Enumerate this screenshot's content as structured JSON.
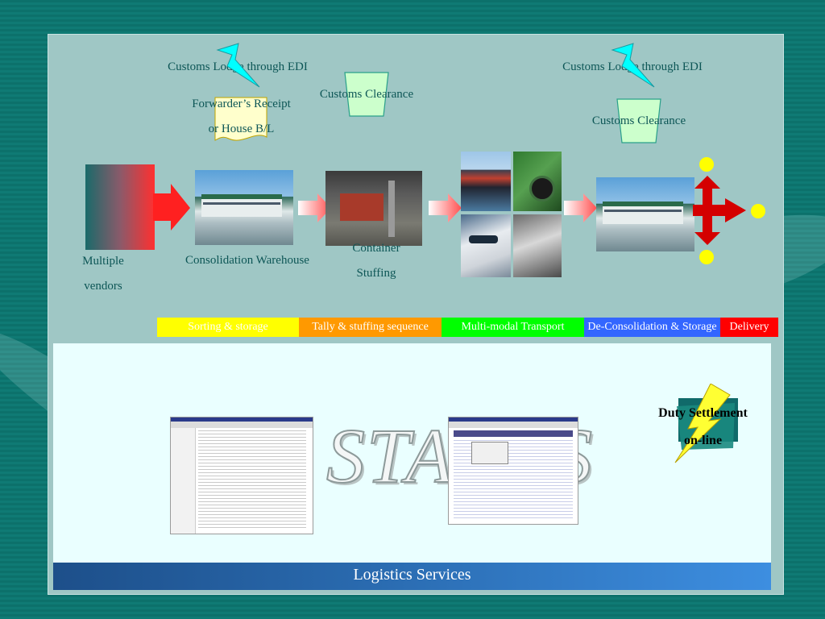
{
  "labels": {
    "customs_lodge_left": "Customs Lodge through EDI",
    "customs_lodge_right": "Customs Lodge through EDI",
    "customs_clearance_left": "Customs Clearance",
    "customs_clearance_right": "Customs Clearance",
    "forwarder_line1": "Forwarder’s Receipt",
    "forwarder_line2": "or House B/L",
    "vendors_line1": "Multiple",
    "vendors_line2": "vendors",
    "consolidation_warehouse": "Consolidation Warehouse",
    "container_line1": "Container",
    "container_line2": "Stuffing"
  },
  "stages": [
    {
      "label": "Sorting & storage",
      "color": "#ffff00"
    },
    {
      "label": "Tally & stuffing sequence",
      "color": "#ff9900"
    },
    {
      "label": "Multi-modal Transport",
      "color": "#00ff00"
    },
    {
      "label": "De-Consolidation & Storage",
      "color": "#3366ff"
    },
    {
      "label": "Delivery",
      "color": "#ff0000"
    }
  ],
  "status_watermark": "STATUS",
  "duty": {
    "line1": "Duty Settlement",
    "line2": "on-line"
  },
  "footer": {
    "title": "Logistics Services"
  },
  "colors": {
    "accent_red": "#ff2020",
    "clearance_fill": "#ccffcc",
    "forwarder_fill": "#ffffcc",
    "lightning": "#00ffff",
    "dot": "#ffff00"
  }
}
